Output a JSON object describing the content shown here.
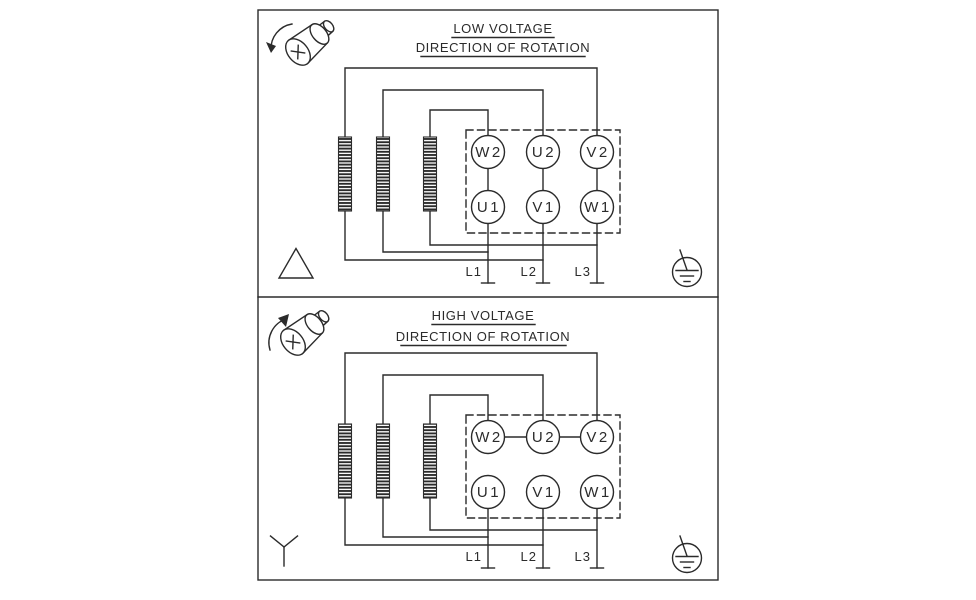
{
  "diagram": {
    "line_color": "#2b2b2b",
    "background_color": "#ffffff",
    "panels": [
      {
        "id": "low-voltage",
        "title": "LOW VOLTAGE",
        "subtitle": "DIRECTION OF ROTATION",
        "connection_icon": "delta-icon",
        "rotation_icon": "motor-shaft-rotation-icon",
        "ground_icon": "earth-ground-icon",
        "terminals_top": [
          "W2",
          "U2",
          "V2"
        ],
        "terminals_bottom": [
          "U1",
          "V1",
          "W1"
        ],
        "leads": [
          "L1",
          "L2",
          "L3"
        ]
      },
      {
        "id": "high-voltage",
        "title": "HIGH VOLTAGE",
        "subtitle": "DIRECTION OF ROTATION",
        "connection_icon": "wye-icon",
        "rotation_icon": "motor-shaft-rotation-icon",
        "ground_icon": "earth-ground-icon",
        "terminals_top": [
          "W2",
          "U2",
          "V2"
        ],
        "terminals_bottom": [
          "U1",
          "V1",
          "W1"
        ],
        "leads": [
          "L1",
          "L2",
          "L3"
        ]
      }
    ]
  }
}
